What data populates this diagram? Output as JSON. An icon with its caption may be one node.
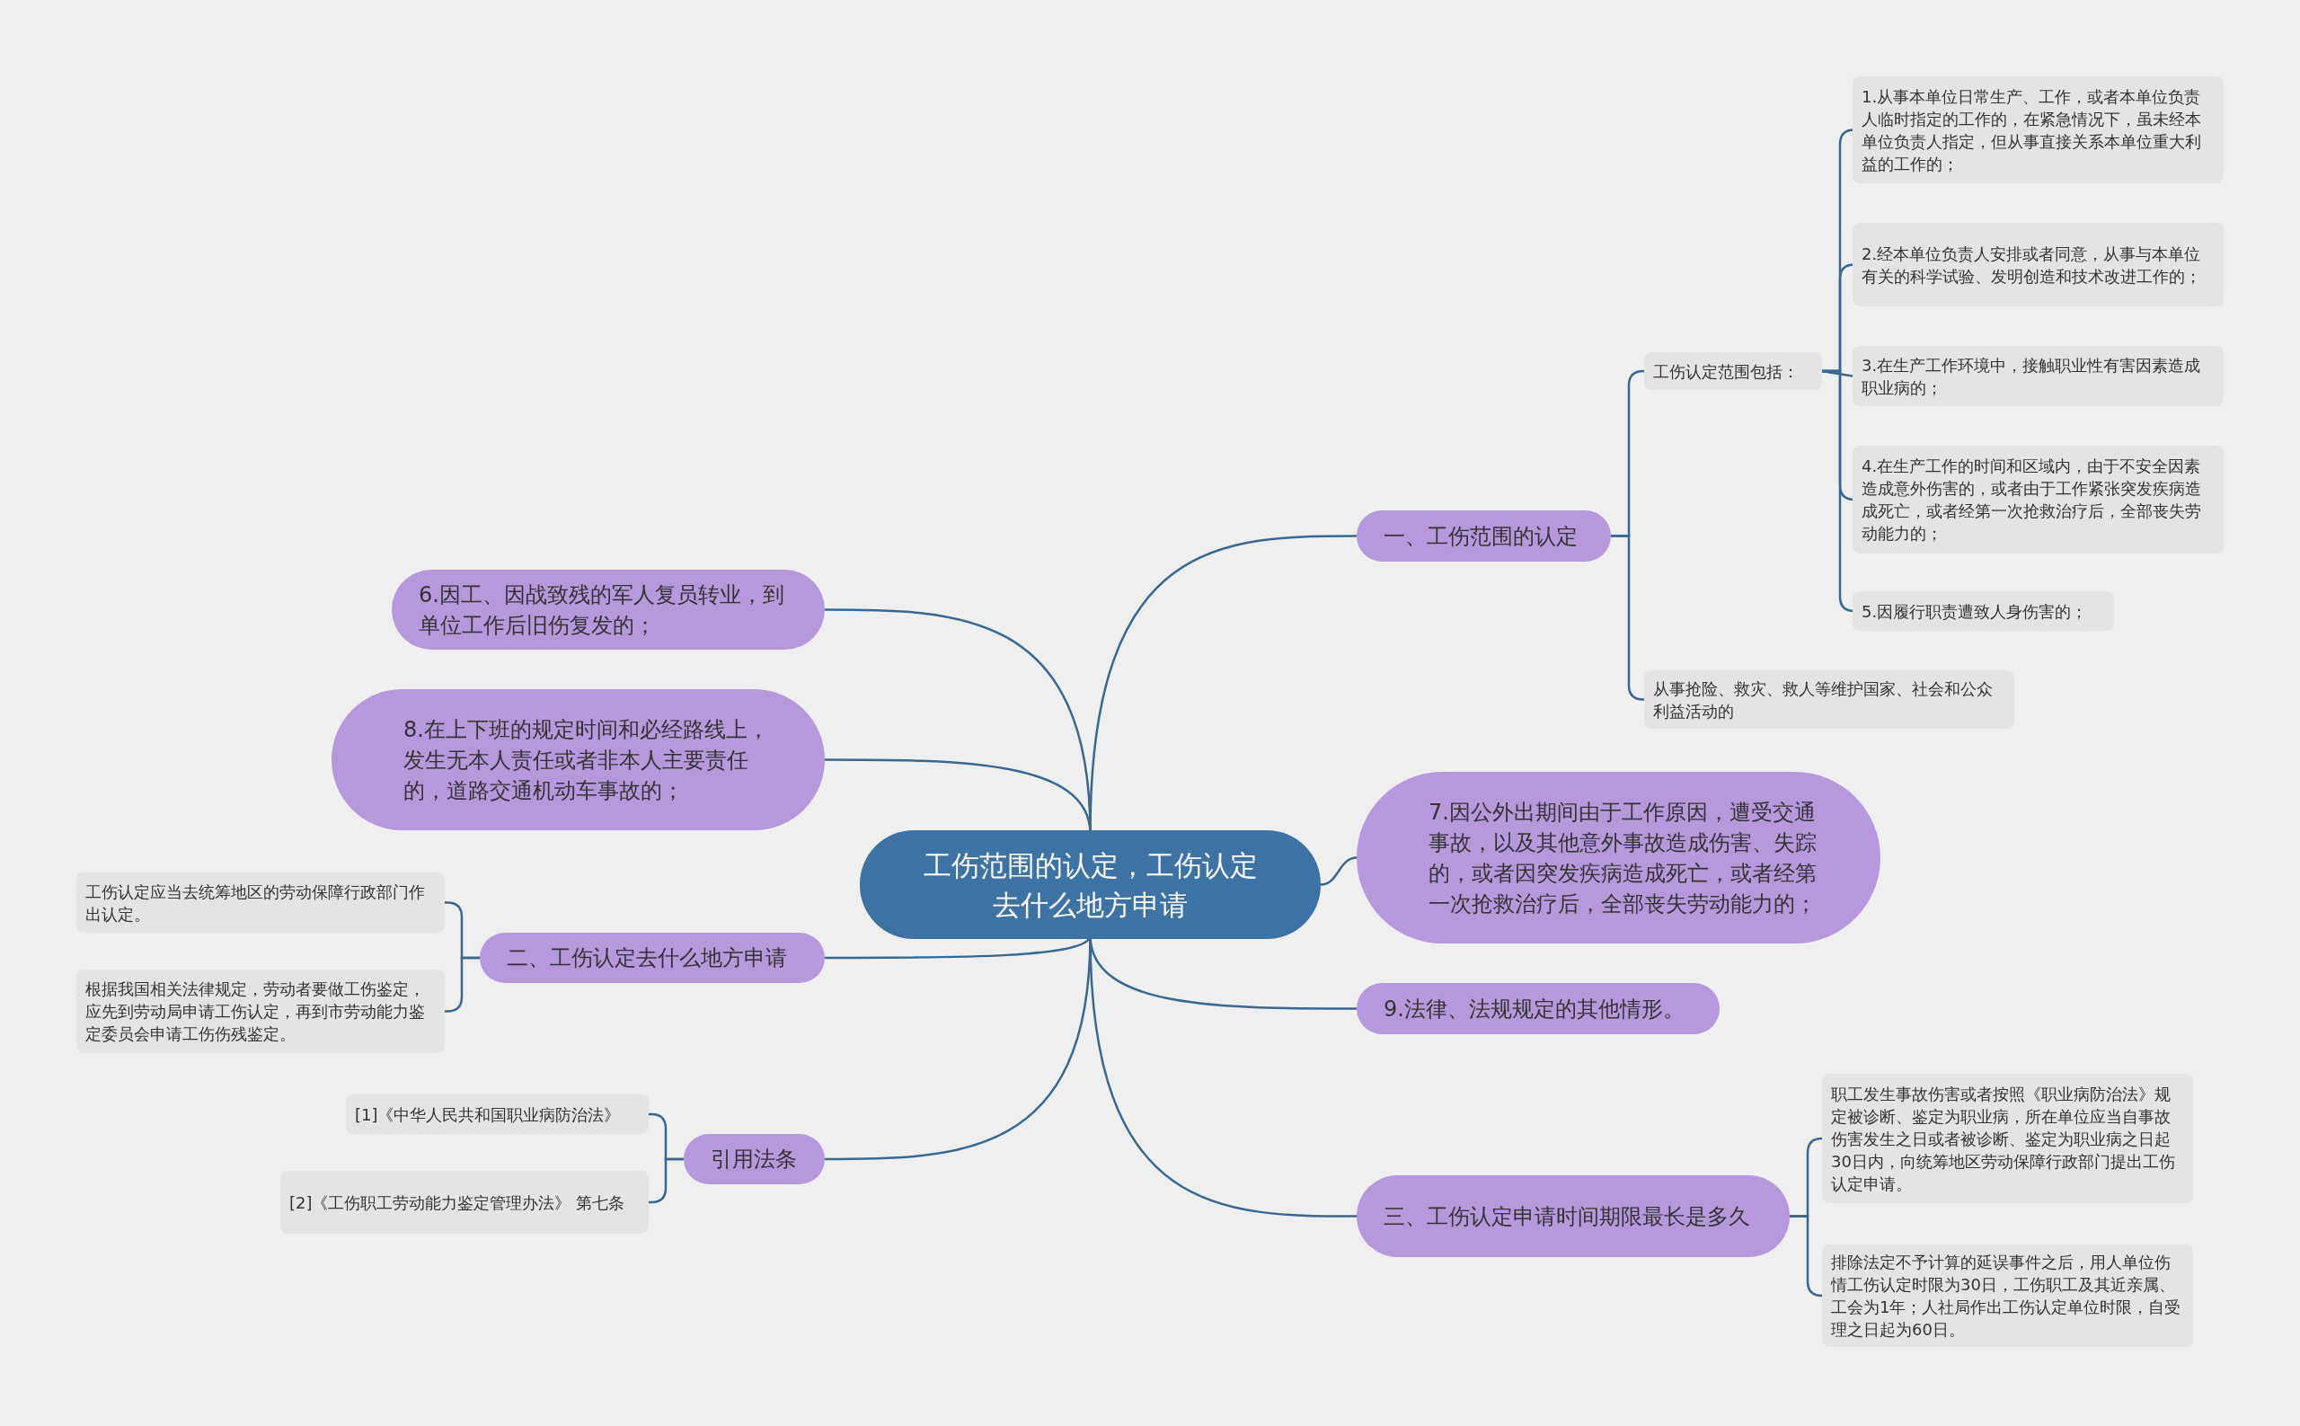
{
  "diagram": {
    "nodes": [
      {
        "text": [
          "工伤范围的认定，工伤认定去什么地方申请"
        ]
      },
      {
        "text": [
          "一、工伤范围的认定"
        ]
      },
      {
        "text": [
          "工伤认定范围包括："
        ]
      },
      {
        "text": [
          "1.从事本单位日常生产、工作，或者本单位负责人临时指定的工作的，在紧急情况下，虽未经本单位负责人指定，但从事直接关系本单位重大利益的工作的；"
        ]
      },
      {
        "text": [
          "2.经本单位负责人安排或者同意，从事与本单位有关的科学试验、发明创造和技术改进工作的；"
        ]
      },
      {
        "text": [
          "3.在生产工作环境中，接触职业性有害因素造成职业病的；"
        ]
      },
      {
        "text": [
          "4.在生产工作的时间和区域内，由于不安全因素造成意外伤害的，或者由于工作紧张突发疾病造成死亡，或者经第一次抢救治疗后，全部丧失劳动能力的；"
        ]
      },
      {
        "text": [
          "5.因履行职责遭致人身伤害的；"
        ]
      },
      {
        "text": [
          "从事抢险、救灾、救人等维护国家、社会和公众利益活动的"
        ]
      },
      {
        "text": [
          "7.因公外出期间由于工作原因，遭受交通事故，以及其他意外事故造成伤害、失踪的，或者因突发疾病造成死亡，或者经第一次抢救治疗后，全部丧失劳动能力的；"
        ]
      },
      {
        "text": [
          "9.法律、法规规定的其他情形。"
        ]
      },
      {
        "text": [
          "三、工伤认定申请时间期限最长是多久"
        ]
      },
      {
        "text": [
          "职工发生事故伤害或者按照《职业病防治法》规定被诊断、鉴定为职业病，所在单位应当自事故伤害发生之日或者被诊断、鉴定为职业病之日起30日内，向统筹地区劳动保障行政部门提出工伤认定申请。"
        ]
      },
      {
        "text": [
          "排除法定不予计算的延误事件之后，用人单位伤情工伤认定时限为30日，工伤职工及其近亲属、工会为1年；人社局作出工伤认定单位时限，自受理之日起为60日。"
        ]
      },
      {
        "text": [
          "6.因工、因战致残的军人复员转业，到单位工作后旧伤复发的；"
        ]
      },
      {
        "text": [
          "8.在上下班的规定时间和必经路线上，发生无本人责任或者非本人主要责任的，道路交通机动车事故的；"
        ]
      },
      {
        "text": [
          "二、工伤认定去什么地方申请"
        ]
      },
      {
        "text": [
          "工伤认定应当去统筹地区的劳动保障行政部门作出认定。"
        ]
      },
      {
        "text": [
          "根据我国相关法律规定，劳动者要做工伤鉴定，应先到劳动局申请工伤认定，再到市劳动能力鉴定委员会申请工伤伤残鉴定。"
        ]
      },
      {
        "text": [
          "引用法条"
        ]
      },
      {
        "text": [
          "[1]《中华人民共和国职业病防治法》"
        ]
      },
      {
        "text": [
          "[2]《工伤职工劳动能力鉴定管理办法》 第七条"
        ]
      }
    ],
    "edges": [
      {
        "from": 0,
        "to": 1,
        "arrow": "none"
      },
      {
        "from": 1,
        "to": 2,
        "arrow": "none"
      },
      {
        "from": 2,
        "to": 3,
        "arrow": "none"
      },
      {
        "from": 2,
        "to": 4,
        "arrow": "none"
      },
      {
        "from": 2,
        "to": 5,
        "arrow": "none"
      },
      {
        "from": 2,
        "to": 6,
        "arrow": "none"
      },
      {
        "from": 2,
        "to": 7,
        "arrow": "none"
      },
      {
        "from": 1,
        "to": 8,
        "arrow": "none"
      },
      {
        "from": 0,
        "to": 9,
        "arrow": "none"
      },
      {
        "from": 0,
        "to": 10,
        "arrow": "none"
      },
      {
        "from": 0,
        "to": 11,
        "arrow": "none"
      },
      {
        "from": 11,
        "to": 12,
        "arrow": "none"
      },
      {
        "from": 11,
        "to": 13,
        "arrow": "none"
      },
      {
        "from": 0,
        "to": 14,
        "arrow": "none"
      },
      {
        "from": 0,
        "to": 15,
        "arrow": "none"
      },
      {
        "from": 0,
        "to": 16,
        "arrow": "none"
      },
      {
        "from": 16,
        "to": 17,
        "arrow": "none"
      },
      {
        "from": 16,
        "to": 18,
        "arrow": "none"
      },
      {
        "from": 0,
        "to": 19,
        "arrow": "none"
      },
      {
        "from": 19,
        "to": 20,
        "arrow": "none"
      },
      {
        "from": 19,
        "to": 21,
        "arrow": "none"
      }
    ]
  }
}
